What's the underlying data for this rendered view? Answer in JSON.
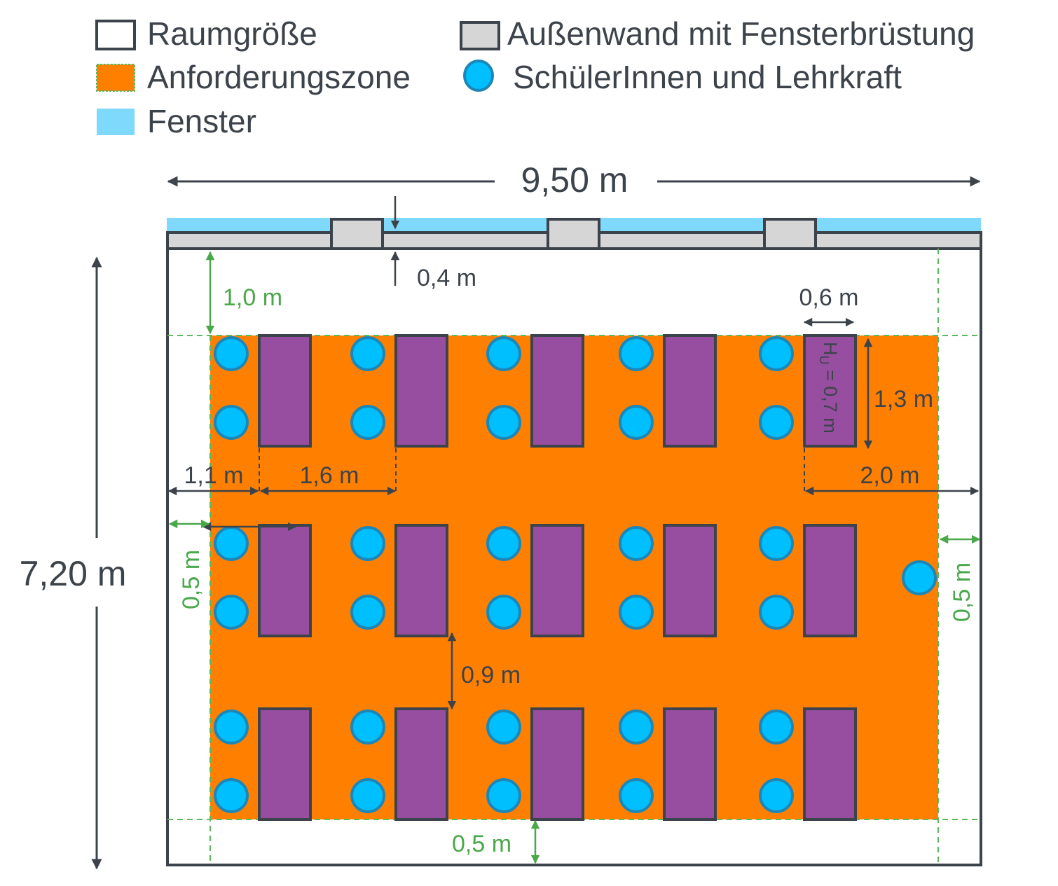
{
  "colors": {
    "outline": "#3d434b",
    "wall_fill": "#d6d6d6",
    "window": "#7fd9fc",
    "zone": "#ff8000",
    "zone_border": "#5cb85c",
    "desk": "#974ea0",
    "person_fill": "#00bfff",
    "person_stroke": "#1b87b8",
    "green_dim": "#4aa84a"
  },
  "legend": {
    "items": [
      {
        "key": "room",
        "label": "Raumgröße",
        "icon": "outline-square-icon"
      },
      {
        "key": "zone",
        "label": "Anforderungszone",
        "icon": "orange-square-icon"
      },
      {
        "key": "window",
        "label": "Fenster",
        "icon": "lightblue-square-icon"
      },
      {
        "key": "wall",
        "label": "Außenwand mit Fensterbrüstung",
        "icon": "gray-square-icon"
      },
      {
        "key": "person",
        "label": "SchülerInnen und Lehrkraft",
        "icon": "blue-circle-icon"
      }
    ]
  },
  "room": {
    "width_m": 9.5,
    "depth_m": 7.2,
    "width_label": "9,50 m",
    "depth_label": "7,20 m",
    "wall_thickness_label": "0,4 m",
    "window_piers": 3
  },
  "zone": {
    "offset_window_m": 1.0,
    "offset_window_label": "1,0 m",
    "offset_side_left_label": "0,5 m",
    "offset_side_right_label": "0,5 m",
    "offset_back_label": "0,5 m"
  },
  "desks": {
    "rows": 3,
    "columns": 5,
    "desk_width_label": "0,6 m",
    "desk_depth_label": "1,3 m",
    "desk_height_label": "Hᵤ = 0,7 m",
    "desk_height_text": "H",
    "desk_height_sub": "U",
    "desk_height_rest": " = 0,7 m",
    "seats_per_desk": 2,
    "teacher_seats": 1
  },
  "dimensions": {
    "wall_to_desk_label": "1,1 m",
    "desk_spacing_label": "1,6 m",
    "desk_to_wall_right_label": "2,0 m",
    "aisle_label": "0,9 m"
  }
}
